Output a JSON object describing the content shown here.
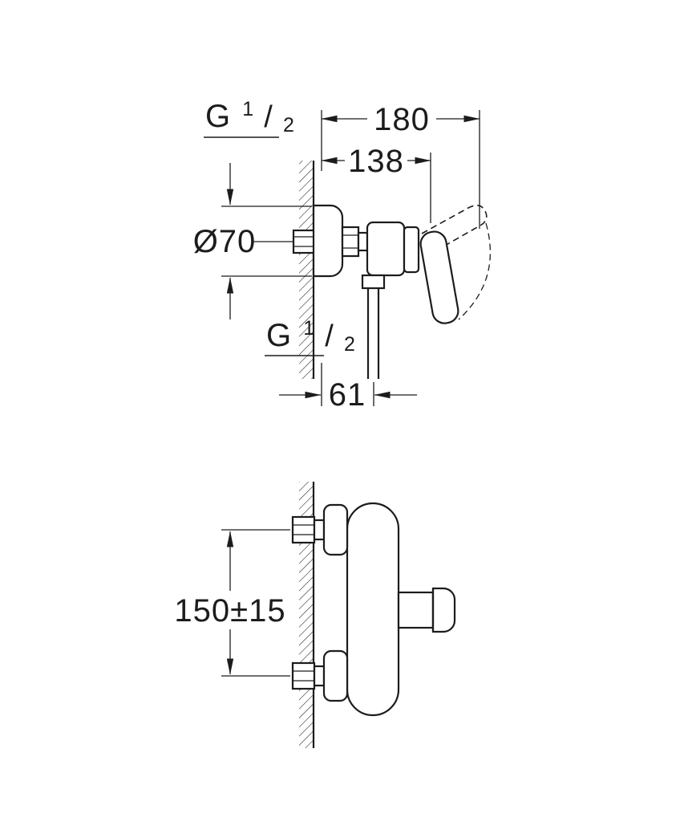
{
  "colors": {
    "background": "#ffffff",
    "line": "#1c1c1c"
  },
  "side_view": {
    "thread_inlet": {
      "prefix": "G",
      "numerator": "1",
      "slash": "/",
      "denominator": "2"
    },
    "overall_depth": "180",
    "body_depth": "138",
    "escutcheon_diameter": "Ø70",
    "thread_outlet": {
      "prefix": "G",
      "numerator": "1",
      "slash": "/",
      "denominator": "2"
    },
    "outlet_offset": "61"
  },
  "front_view": {
    "mounting_distance": "150±15"
  }
}
